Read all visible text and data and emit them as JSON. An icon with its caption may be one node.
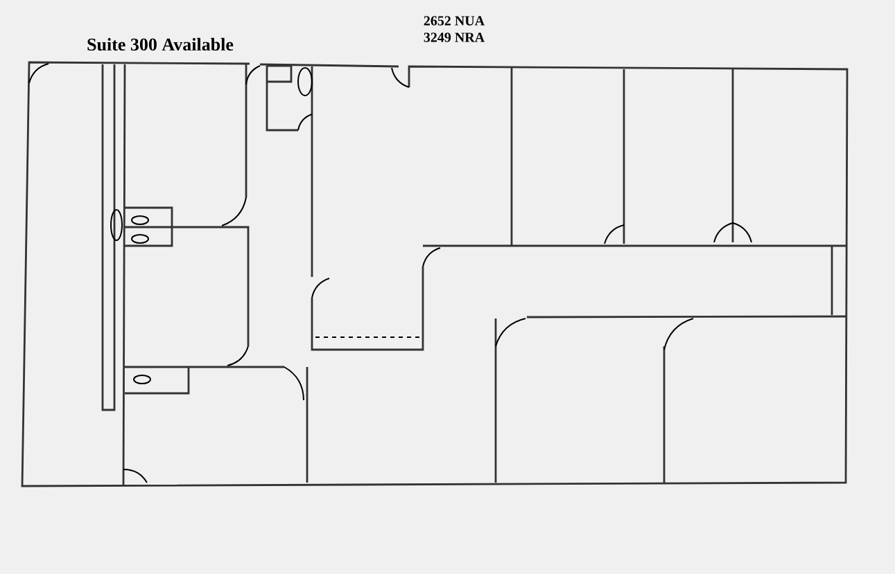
{
  "diagram": {
    "title": "Suite 300 Available",
    "labels": [
      "2652 NUA",
      "3249 NRA"
    ]
  }
}
